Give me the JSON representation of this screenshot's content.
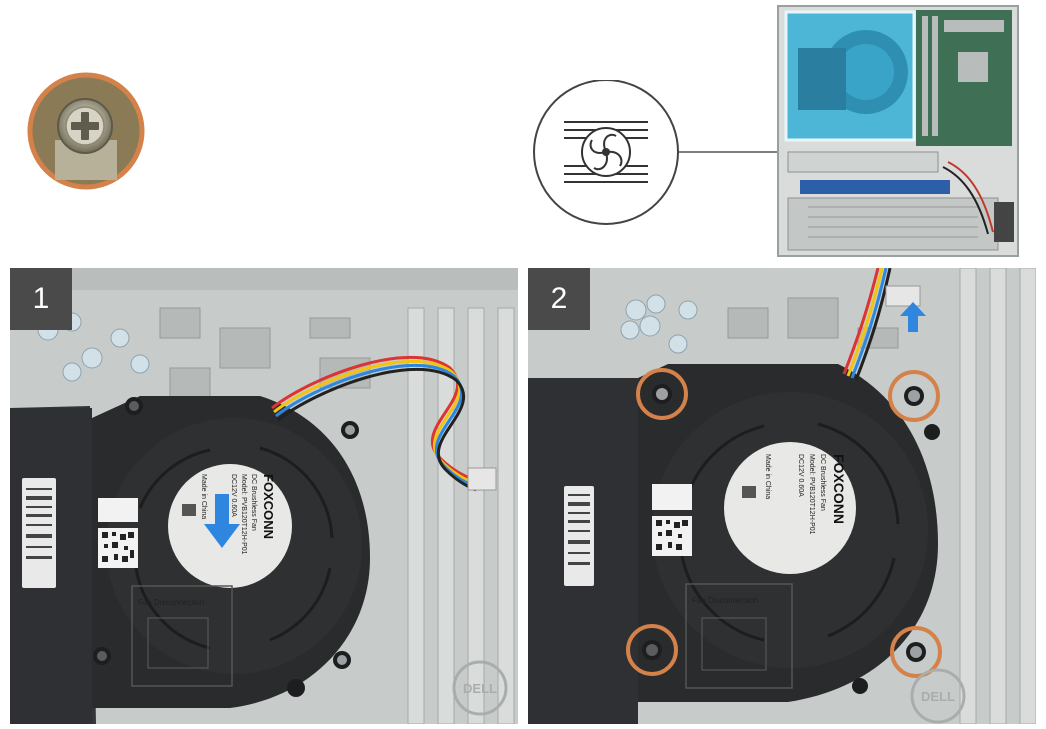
{
  "steps": [
    {
      "number": "1"
    },
    {
      "number": "2"
    }
  ],
  "labels": {
    "brand": "FOXCONN",
    "fan_type": "DC Brushless Fan",
    "model": "Model: PVB120T12H-P01",
    "rating": "DC12V   0.60A",
    "disconnect": "Fan Disconnection",
    "made_in": "Made in China",
    "logo": "DELL"
  },
  "icons": {
    "screw_callout": "phillips-screw-icon",
    "fan_symbol": "system-fan-icon",
    "remove_arrow": "arrow-down-icon",
    "lift_arrow": "arrow-up-icon"
  },
  "colors": {
    "callout_ring": "#d4814a",
    "arrow_blue": "#2e86de",
    "badge_bg": "#4a4a4a",
    "fan_body": "#2a2b2d"
  }
}
